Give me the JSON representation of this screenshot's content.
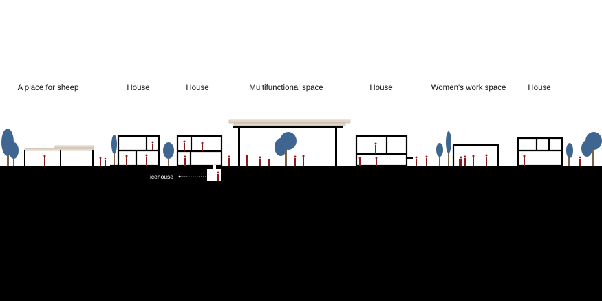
{
  "labels": {
    "sheep": "A place for sheep",
    "house1": "House",
    "house2": "House",
    "multi": "Multifunctional space",
    "house3": "House",
    "women": "Women's work space",
    "house4": "House",
    "icehouse": "icehouse"
  },
  "colors": {
    "ground": "#000000",
    "structure": "#000000",
    "roof_timber": "#e3d7c9",
    "roof_edge": "#b8a894",
    "tree": "#3f6690",
    "trunk": "#7a6446",
    "figure": "#8b1a1a",
    "background": "#ffffff"
  }
}
